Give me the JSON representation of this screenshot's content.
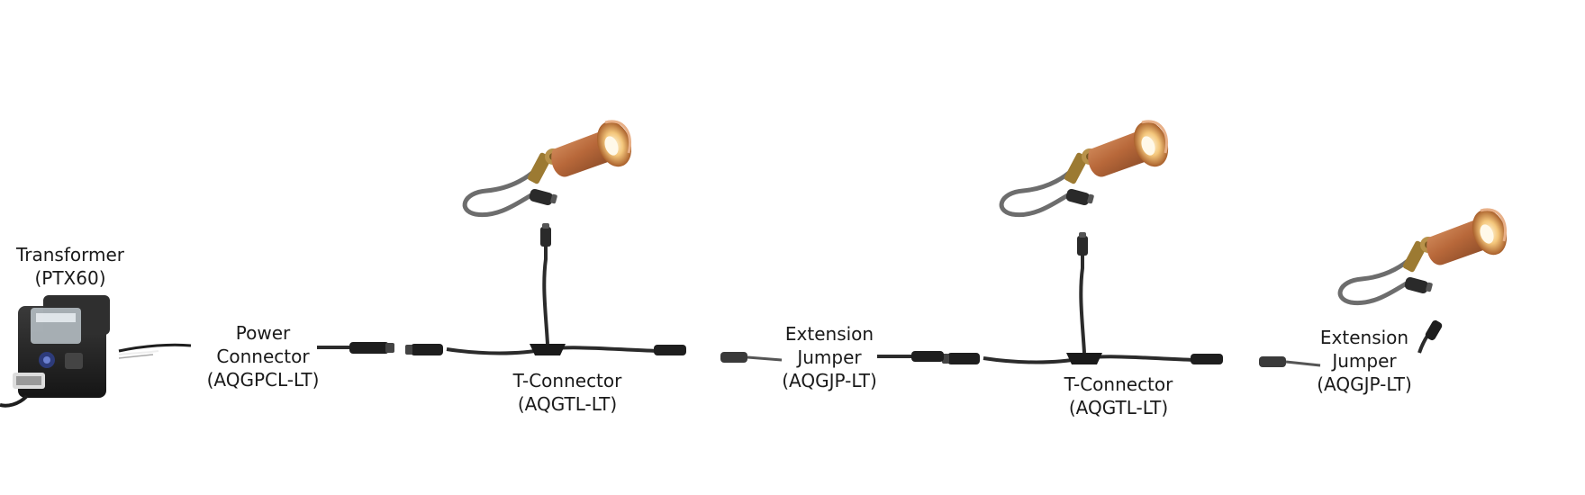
{
  "components": [
    {
      "id": "transformer",
      "name": "Transformer",
      "code": "(PTX60)"
    },
    {
      "id": "power-connector",
      "name_lines": [
        "Power",
        "Connector"
      ],
      "code": "(AQGPCL-LT)"
    },
    {
      "id": "t-connector-1",
      "name": "T-Connector",
      "code": "(AQGTL-LT)"
    },
    {
      "id": "extension-jumper-1",
      "name_lines": [
        "Extension",
        "Jumper"
      ],
      "code": "(AQGJP-LT)"
    },
    {
      "id": "t-connector-2",
      "name": "T-Connector",
      "code": "(AQGTL-LT)"
    },
    {
      "id": "extension-jumper-2",
      "name_lines": [
        "Extension",
        "Jumper"
      ],
      "code": "(AQGJP-LT)"
    }
  ],
  "colors": {
    "cable": "#2b2b2b",
    "connector": "#1e1e1e",
    "copper": "#b8683a",
    "copper_dark": "#6e3a1d",
    "brass": "#9c7a32",
    "lamp_glow": "#f7d9a0",
    "cord_gray": "#6d6d6d",
    "transformer_body": "#2a2a2a",
    "text": "#1a1a1a"
  }
}
